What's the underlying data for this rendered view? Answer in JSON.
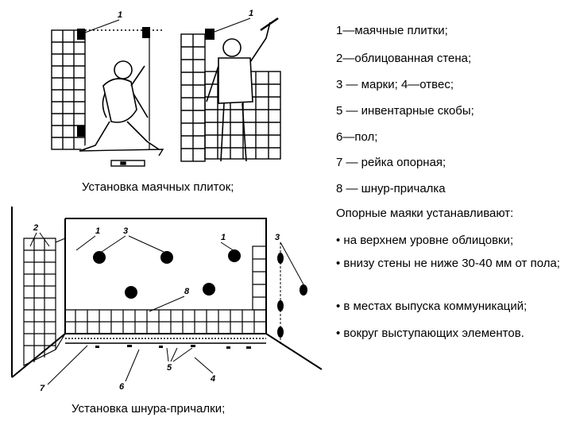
{
  "figure_top": {
    "caption": "Установка маячных плиток;",
    "callout_labels": [
      "1",
      "1"
    ]
  },
  "figure_bottom": {
    "caption": "Установка шнура-причалки;",
    "callout_labels": [
      "2",
      "1",
      "3",
      "1",
      "3",
      "8",
      "7",
      "6",
      "5",
      "4"
    ]
  },
  "legend": {
    "items": [
      "1—маячные плитки;",
      "2—облицованная стена;",
      "3 — марки; 4—отвес;",
      "5 — инвентарные скобы;",
      "6—пол;",
      "7 — рейка опорная;",
      "8 — шнур-причалка"
    ],
    "heading": "Опорные маяки устанавливают:",
    "bullets": [
      "• на верхнем уровне облицовки;",
      "• внизу стены не ниже 30-40 мм от пола;",
      "• в местах выпуска коммуникаций;",
      "• вокруг выступающих элементов."
    ]
  }
}
